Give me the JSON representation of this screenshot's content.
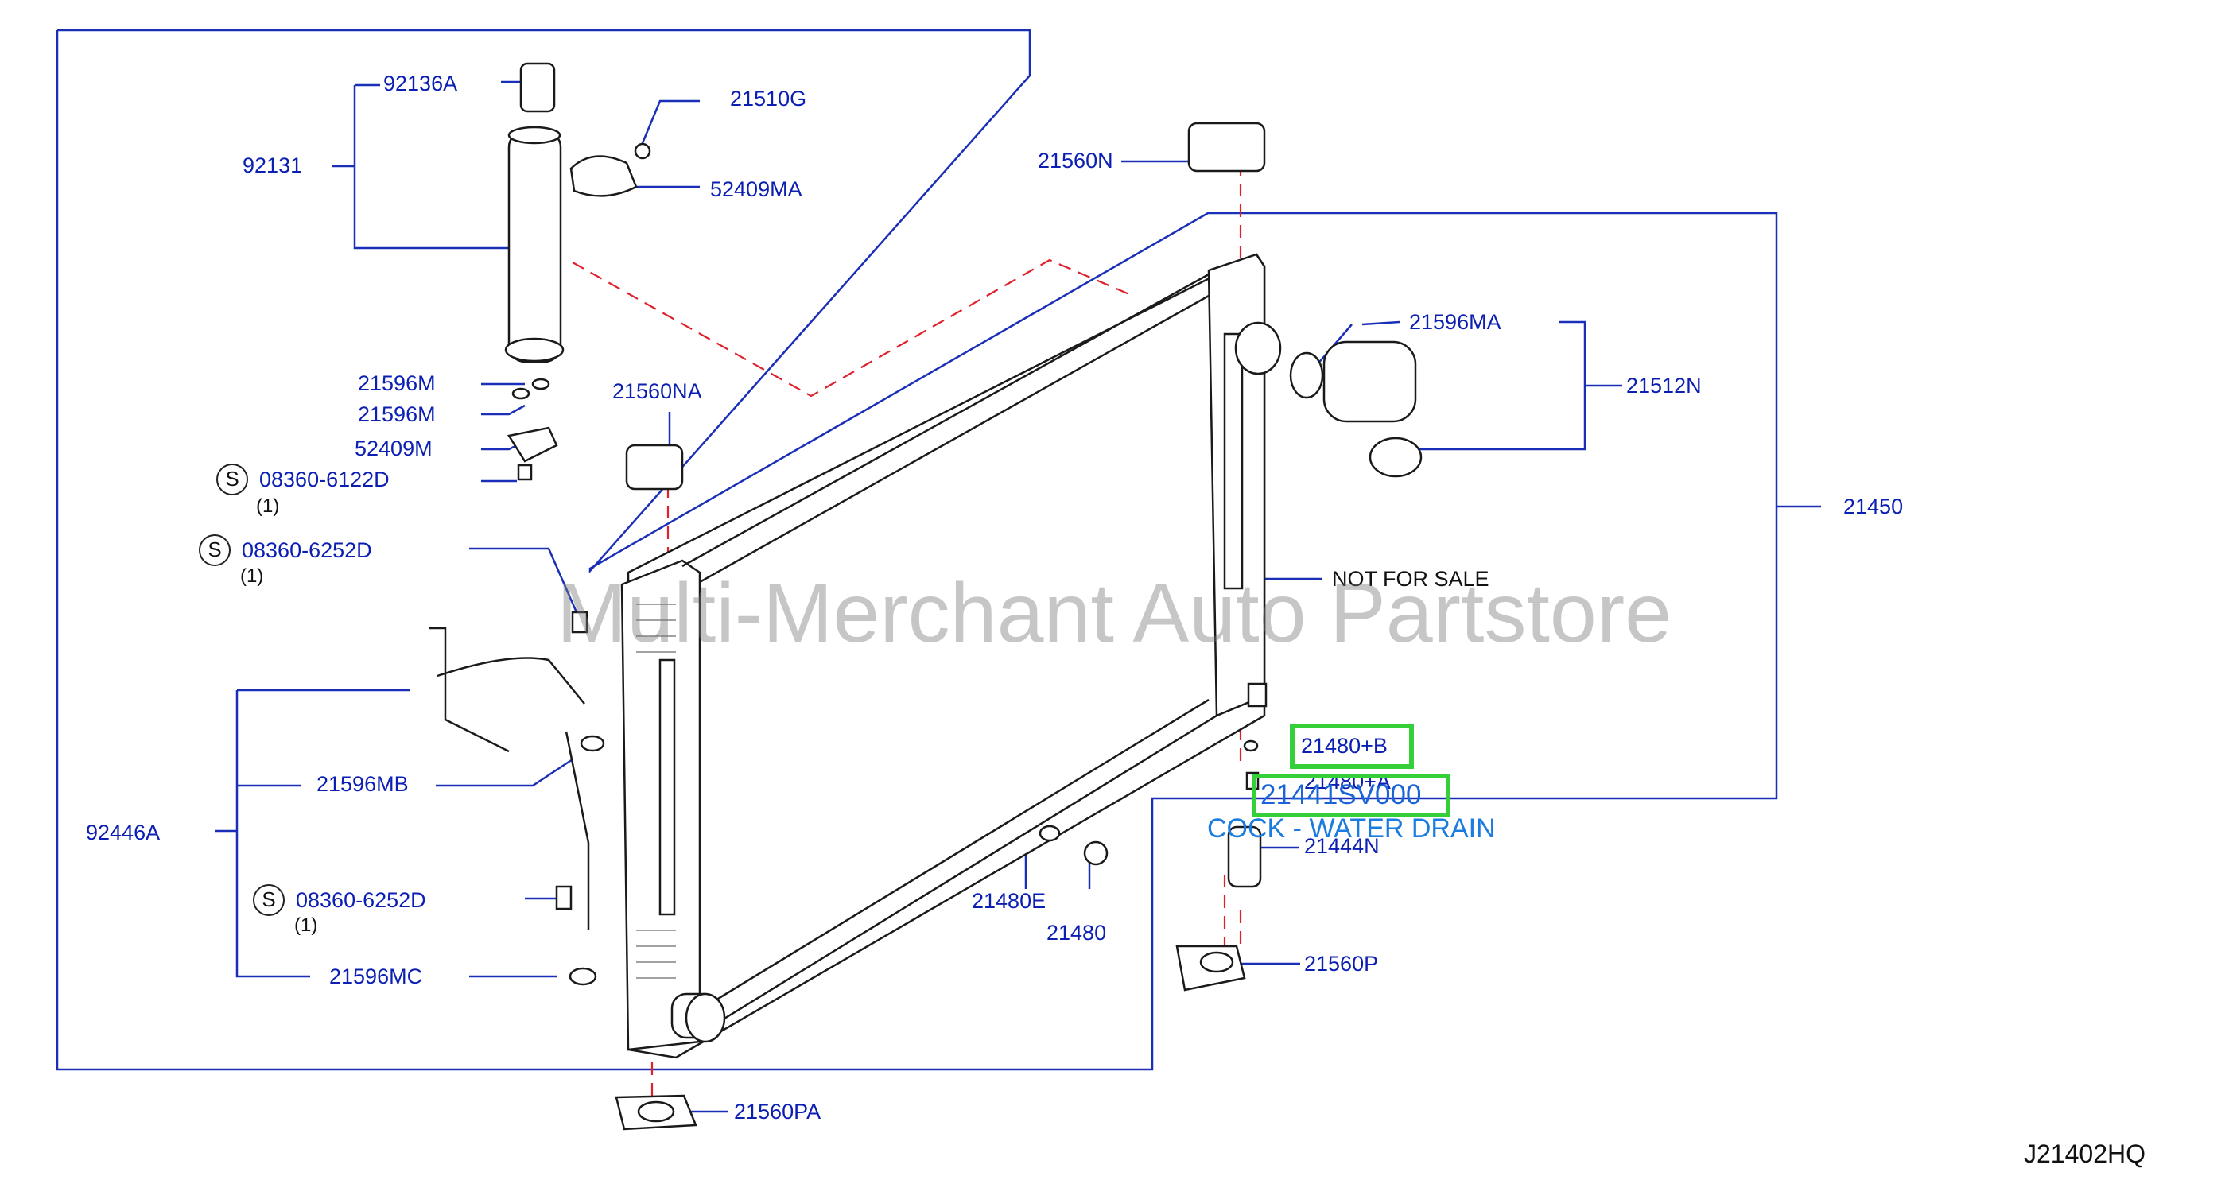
{
  "labels": {
    "p92136A": "92136A",
    "p21510G": "21510G",
    "p92131": "92131",
    "p52409MA": "52409MA",
    "p21560N": "21560N",
    "p21596MA": "21596MA",
    "p21512N": "21512N",
    "p21596M_1": "21596M",
    "p21596M_2": "21596M",
    "p21560NA": "21560NA",
    "p52409M": "52409M",
    "p08360_6122D": "08360-6122D",
    "p21450": "21450",
    "p08360_6252D_1": "08360-6252D",
    "p21480B": "21480+B",
    "p21480A": "21480+A",
    "p21444N": "21444N",
    "p21596MB": "21596MB",
    "p92446A": "92446A",
    "p21480E": "21480E",
    "p21480": "21480",
    "p08360_6252D_2": "08360-6252D",
    "p21560P": "21560P",
    "p21596MC": "21596MC",
    "p21560PA": "21560PA"
  },
  "quantities": {
    "q1": "(1)",
    "q2": "(1)",
    "q3": "(1)"
  },
  "s_marker": "S",
  "not_for_sale": "NOT  FOR  SALE",
  "highlight": {
    "part_number": "21441SV000",
    "description": "COCK - WATER DRAIN"
  },
  "watermark": "Multi-Merchant Auto Partstore",
  "diagram_code": "J21402HQ",
  "colors": {
    "label_blue": "#0b1fb3",
    "leader_blue": "#1a2fb8",
    "dash_red": "#e0202a",
    "highlight_green": "#35cf39"
  }
}
